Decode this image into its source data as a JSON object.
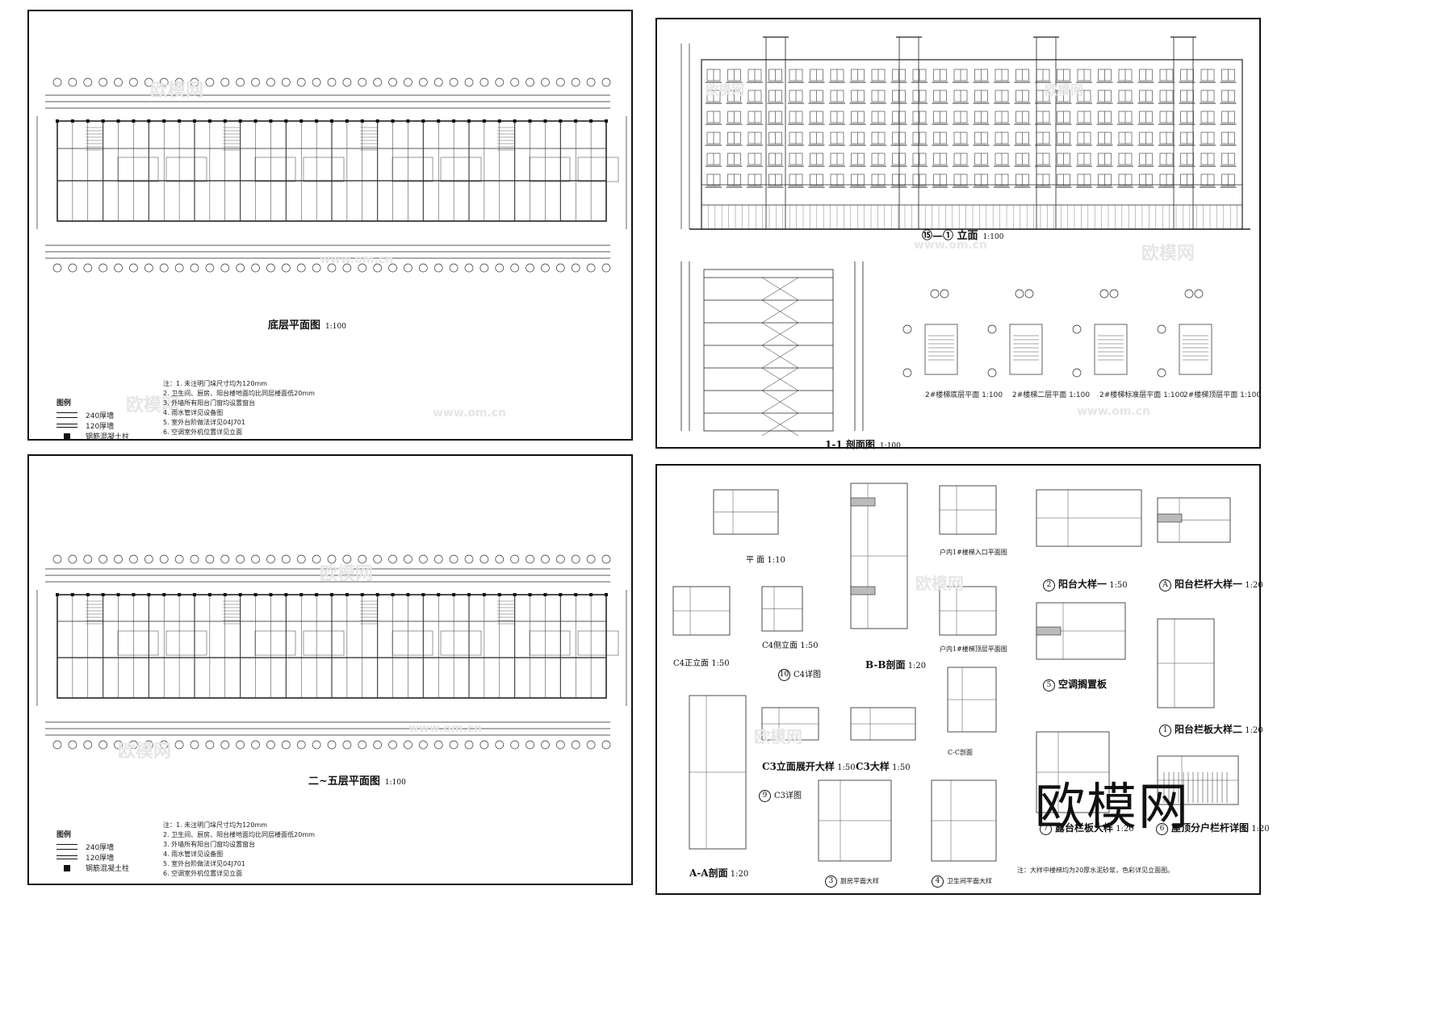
{
  "sheets": {
    "ground_plan": {
      "title": "底层平面图",
      "scale": "1:100"
    },
    "upper_plan": {
      "title": "二~五层平面图",
      "scale": "1:100"
    },
    "elevation": {
      "title": "⑮—① 立面",
      "scale": "1:100"
    },
    "section_1_1": {
      "title": "1-1 剖面图",
      "scale": "1:100"
    },
    "stair_plans": [
      {
        "title": "2#楼梯底层平面",
        "scale": "1:100"
      },
      {
        "title": "2#楼梯二层平面",
        "scale": "1:100"
      },
      {
        "title": "2#楼梯标准层平面",
        "scale": "1:100"
      },
      {
        "title": "2#楼梯顶层平面",
        "scale": "1:100"
      }
    ]
  },
  "legend": {
    "label": "图例",
    "items": [
      "240厚墙",
      "120厚墙",
      "钢筋混凝土柱"
    ]
  },
  "notes_ground": {
    "lines": [
      "注：1. 未注明门垛尺寸均为120mm",
      "2. 卫生间、厨房、阳台楼地面均比同层楼面低20mm",
      "3. 外墙所有阳台门窗均设置窗台",
      "4. 雨水管详见设备图",
      "5. 室外台阶做法详见04J701",
      "6. 空调室外机位置详见立面"
    ]
  },
  "details": {
    "titles": [
      {
        "num": "",
        "text": "平 面",
        "scale": "1:10"
      },
      {
        "num": "",
        "text": "C4正立面",
        "scale": "1:50"
      },
      {
        "num": "",
        "text": "C4侧立面",
        "scale": "1:50"
      },
      {
        "num": "10",
        "text": "C4详图",
        "scale": ""
      },
      {
        "num": "",
        "text": "B-B剖面",
        "scale": "1:20"
      },
      {
        "num": "",
        "text": "户内1#楼梯入口平面图",
        "scale": ""
      },
      {
        "num": "",
        "text": "户内1#楼梯顶层平面图",
        "scale": ""
      },
      {
        "num": "2",
        "text": "阳台大样一",
        "scale": "1:50"
      },
      {
        "num": "A",
        "text": "阳台栏杆大样一",
        "scale": "1:20"
      },
      {
        "num": "5",
        "text": "空调搁置板",
        "scale": ""
      },
      {
        "num": "1",
        "text": "阳台栏板大样二",
        "scale": "1:20"
      },
      {
        "num": "",
        "text": "C3立面展开大样",
        "scale": "1:50"
      },
      {
        "num": "",
        "text": "C3大样",
        "scale": "1:50"
      },
      {
        "num": "",
        "text": "C-C剖面",
        "scale": ""
      },
      {
        "num": "9",
        "text": "C3详图",
        "scale": ""
      },
      {
        "num": "",
        "text": "A-A剖面",
        "scale": "1:20"
      },
      {
        "num": "3",
        "text": "厨房平面大样",
        "scale": ""
      },
      {
        "num": "4",
        "text": "卫生间平面大样",
        "scale": ""
      },
      {
        "num": "7",
        "text": "露台栏板大样",
        "scale": "1:20"
      },
      {
        "num": "6",
        "text": "屋顶分户栏杆详图",
        "scale": "1:20"
      }
    ],
    "footnote": "注：大样中楼梯均为20厚水泥砂浆，色彩详见立面图。"
  },
  "branding": {
    "logo_text": "欧模网",
    "watermark_text": "欧模网",
    "watermark_url": "www.om.cn"
  },
  "colors": {
    "line": "#111111",
    "watermark": "#e6e6e6",
    "paper": "#ffffff"
  }
}
